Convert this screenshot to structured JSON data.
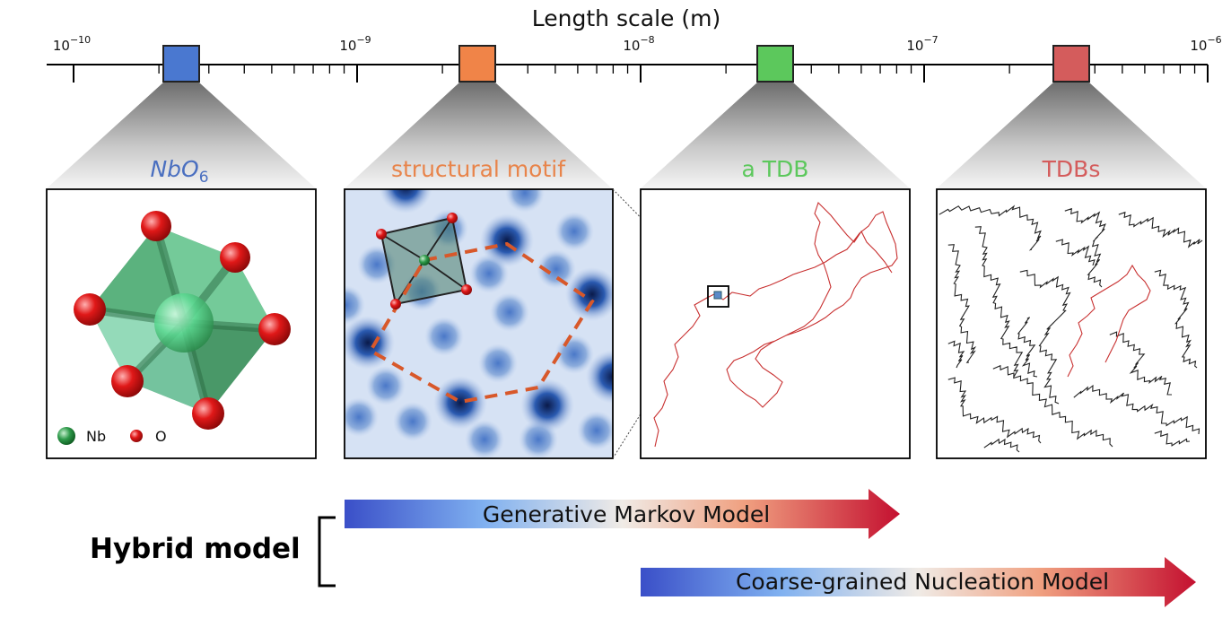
{
  "axis": {
    "title": "Length scale (m)",
    "ticks": [
      {
        "base": "10",
        "exp": "−10"
      },
      {
        "base": "10",
        "exp": "−9"
      },
      {
        "base": "10",
        "exp": "−8"
      },
      {
        "base": "10",
        "exp": "−7"
      },
      {
        "base": "10",
        "exp": "−6"
      }
    ]
  },
  "scale_markers": [
    {
      "name": "NbO6",
      "color": "#4a78d0"
    },
    {
      "name": "structural motif",
      "color": "#f08448"
    },
    {
      "name": "a TDB",
      "color": "#5cc85c"
    },
    {
      "name": "TDBs",
      "color": "#d45c5c"
    }
  ],
  "panels": [
    {
      "title_main": "NbO",
      "title_sub": "6",
      "title_color": "#4a6fc0"
    },
    {
      "title": "structural motif",
      "title_color": "#e8844a"
    },
    {
      "title": "a TDB",
      "title_color": "#5cc85c"
    },
    {
      "title": "TDBs",
      "title_color": "#d45c5c"
    }
  ],
  "legend": {
    "nb": "Nb",
    "o": "O",
    "nb_color": "#3aa860",
    "o_color": "#d81818"
  },
  "models": {
    "hybrid_label": "Hybrid model",
    "generative": "Generative Markov Model",
    "nucleation": "Coarse-grained Nucleation Model",
    "gradient": [
      "#3a4fc8",
      "#7fb0f0",
      "#f0ebe6",
      "#f0a080",
      "#c41030"
    ]
  },
  "boundary_colors": {
    "black": "#222222",
    "red": "#c83030"
  }
}
